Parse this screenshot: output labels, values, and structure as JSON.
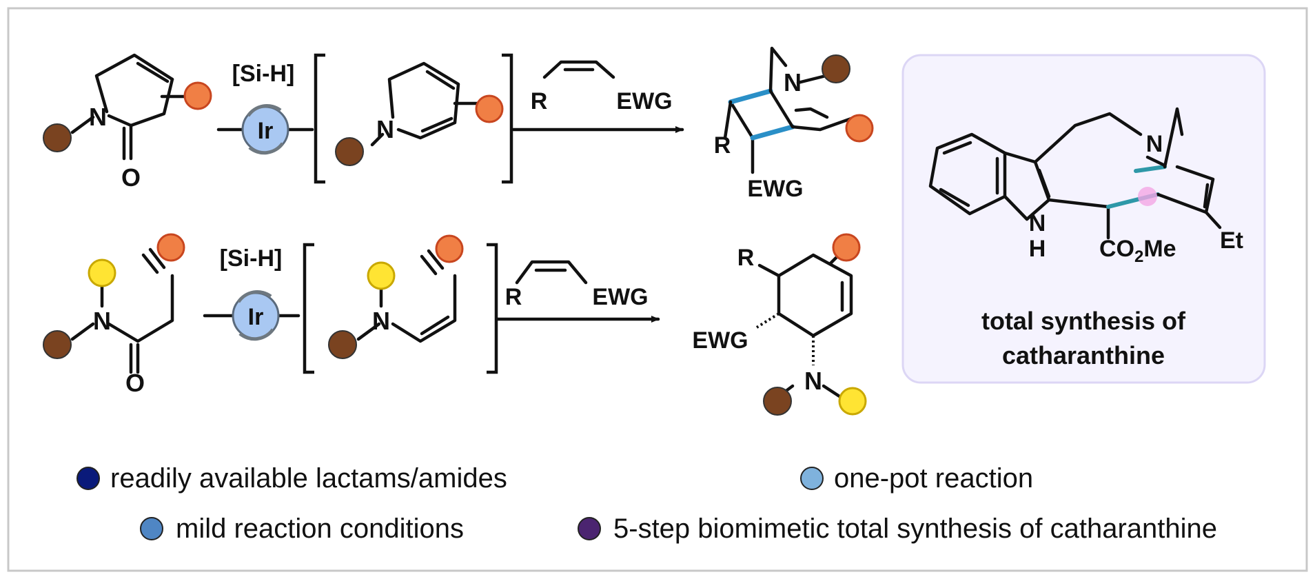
{
  "reagent": "[Si-H]",
  "catalyst": "Ir",
  "labels": {
    "n": "N",
    "o": "O",
    "r": "R",
    "ewg": "EWG",
    "h": "H",
    "co2me_main": "CO",
    "co2me_sub": "2",
    "co2me_end": "Me",
    "et": "Et"
  },
  "product_box": {
    "caption_line1": "total synthesis of",
    "caption_line2": "catharanthine"
  },
  "features": [
    {
      "text": "readily available lactams/amides",
      "color": "#0a1a7a"
    },
    {
      "text": "one-pot reaction",
      "color": "#7fb2dd"
    },
    {
      "text": "mild reaction conditions",
      "color": "#4f86c4"
    },
    {
      "text": "5-step biomimetic total synthesis of catharanthine",
      "color": "#4b2470"
    }
  ],
  "colors": {
    "brown": "#7a4320",
    "orange": "#f07f45",
    "yellow": "#ffe433",
    "ir_fill": "#a9c8f2",
    "box_fill": "#f5f3fe",
    "box_border": "#dcd6f5"
  }
}
